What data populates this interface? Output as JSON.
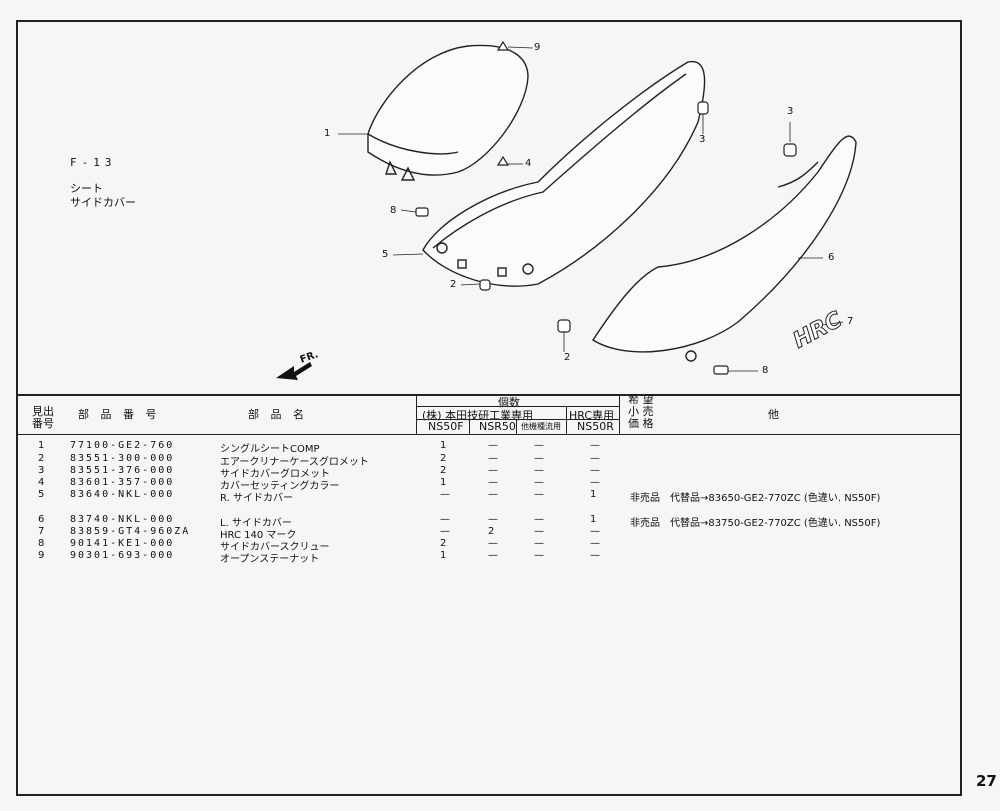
{
  "page_number": "27",
  "figure": {
    "code": "F-13",
    "title_lines": [
      "シート",
      "サイドカバー"
    ],
    "callouts": [
      "1",
      "2",
      "2",
      "3",
      "3",
      "4",
      "5",
      "6",
      "7",
      "8",
      "8",
      "9"
    ],
    "front_label": "FR.",
    "emblem_text": "HRC"
  },
  "table": {
    "headers": {
      "ref_no": "見出\n番号",
      "part_no": "部 品 番 号",
      "part_name": "部 品 名",
      "qty_group": "個数",
      "company": "(株) 本田技研工業専用",
      "hrc_only": "HRC専用",
      "ns50f": "NS50F",
      "nsr50": "NSR50",
      "other_models": "他機種流用",
      "ns50r": "NS50R",
      "price_label": "希 望\n小 売\n価 格",
      "other": "他"
    },
    "rows": [
      {
        "no": "1",
        "part": "77100-GE2-760",
        "name": "シングルシートCOMP",
        "ns50f": "1",
        "nsr50": "—",
        "other": "—",
        "ns50r": "—",
        "remark": ""
      },
      {
        "no": "2",
        "part": "83551-300-000",
        "name": "エアークリナーケースグロメット",
        "ns50f": "2",
        "nsr50": "—",
        "other": "—",
        "ns50r": "—",
        "remark": ""
      },
      {
        "no": "3",
        "part": "83551-376-000",
        "name": "サイドカバーグロメット",
        "ns50f": "2",
        "nsr50": "—",
        "other": "—",
        "ns50r": "—",
        "remark": ""
      },
      {
        "no": "4",
        "part": "83601-357-000",
        "name": "カバーセッティングカラー",
        "ns50f": "1",
        "nsr50": "—",
        "other": "—",
        "ns50r": "—",
        "remark": ""
      },
      {
        "no": "5",
        "part": "83640-NKL-000",
        "name": "R. サイドカバー",
        "ns50f": "—",
        "nsr50": "—",
        "other": "—",
        "ns50r": "1",
        "remark": "非売品　代替品→83650-GE2-770ZC (色違い. NS50F)"
      },
      {
        "no": "6",
        "part": "83740-NKL-000",
        "name": "L. サイドカバー",
        "ns50f": "—",
        "nsr50": "—",
        "other": "—",
        "ns50r": "1",
        "remark": "非売品　代替品→83750-GE2-770ZC (色違い. NS50F)"
      },
      {
        "no": "7",
        "part": "83859-GT4-960ZA",
        "name": "HRC 140 マーク",
        "ns50f": "—",
        "nsr50": "2",
        "other": "—",
        "ns50r": "—",
        "remark": ""
      },
      {
        "no": "8",
        "part": "90141-KE1-000",
        "name": "サイドカバースクリュー",
        "ns50f": "2",
        "nsr50": "—",
        "other": "—",
        "ns50r": "—",
        "remark": ""
      },
      {
        "no": "9",
        "part": "90301-693-000",
        "name": "オープンステーナット",
        "ns50f": "1",
        "nsr50": "—",
        "other": "—",
        "ns50r": "—",
        "remark": ""
      }
    ]
  }
}
